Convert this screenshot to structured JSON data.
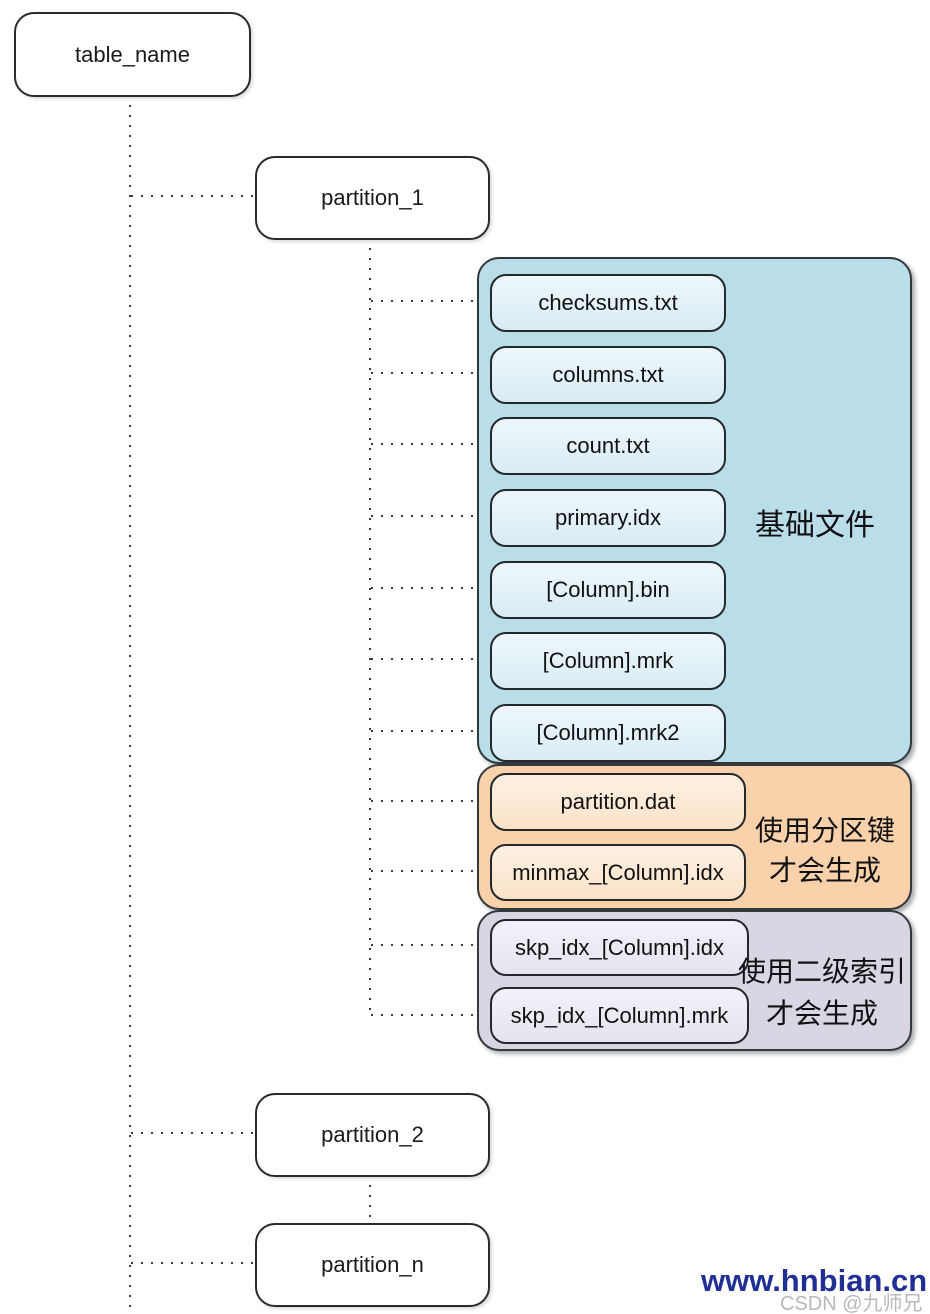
{
  "tree": {
    "root_label": "table_name",
    "partitions": [
      "partition_1",
      "partition_2",
      "partition_n"
    ],
    "groups": [
      {
        "name": "base-files",
        "label": "基础文件",
        "files": [
          "checksums.txt",
          "columns.txt",
          "count.txt",
          "primary.idx",
          "[Column].bin",
          "[Column].mrk",
          "[Column].mrk2"
        ]
      },
      {
        "name": "partition-key-files",
        "label_line1": "使用分区键",
        "label_line2": "才会生成",
        "files": [
          "partition.dat",
          "minmax_[Column].idx"
        ]
      },
      {
        "name": "secondary-index-files",
        "label_line1": "使用二级索引",
        "label_line2": "才会生成",
        "files": [
          "skp_idx_[Column].idx",
          "skp_idx_[Column].mrk"
        ]
      }
    ]
  },
  "watermark": {
    "site": "www.hnbian.cn",
    "user": "CSDN @九师兄"
  },
  "colors": {
    "base_group_bg": "#b9dde9",
    "base_file_bg": "#e3f1f7",
    "partition_key_group_bg": "#f9d2ab",
    "partition_key_file_bg": "#fceada",
    "secondary_index_group_bg": "#d9d6e3",
    "secondary_index_file_bg": "#efedf5",
    "connector": "#3c3c3c",
    "watermark_blue": "#202f93"
  }
}
